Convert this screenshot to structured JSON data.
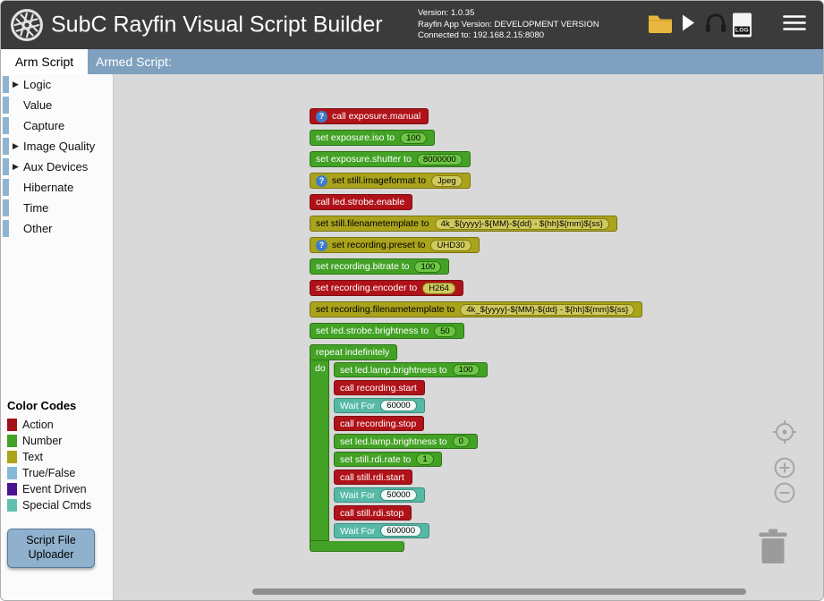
{
  "header": {
    "title": "SubC Rayfin Visual Script Builder",
    "version": "Version: 1.0.35",
    "app_version": "Rayfin App Version: DEVELOPMENT VERSION",
    "connected": "Connected to: 192.168.2.15:8080",
    "log_label": "LOG"
  },
  "tabs": {
    "arm_script": "Arm Script",
    "armed_script": "Armed Script:"
  },
  "sidebar": {
    "categories": [
      {
        "label": "Logic",
        "expandable": true
      },
      {
        "label": "Value",
        "expandable": false
      },
      {
        "label": "Capture",
        "expandable": false
      },
      {
        "label": "Image Quality",
        "expandable": true
      },
      {
        "label": "Aux Devices",
        "expandable": true
      },
      {
        "label": "Hibernate",
        "expandable": false
      },
      {
        "label": "Time",
        "expandable": false
      },
      {
        "label": "Other",
        "expandable": false
      }
    ],
    "color_codes_title": "Color Codes",
    "color_codes": [
      {
        "label": "Action",
        "color": "#a31117"
      },
      {
        "label": "Number",
        "color": "#43a226"
      },
      {
        "label": "Text",
        "color": "#aaa31c"
      },
      {
        "label": "True/False",
        "color": "#85b7d6"
      },
      {
        "label": "Event Driven",
        "color": "#4b1291"
      },
      {
        "label": "Special Cmds",
        "color": "#64bfae"
      }
    ],
    "uploader_line1": "Script File",
    "uploader_line2": "Uploader"
  },
  "colors": {
    "action": "#b01219",
    "number": "#43a226",
    "text": "#aaa31c",
    "special": "#55b9a5",
    "header_bg": "#3b3b3b",
    "tabbar_bg": "#7fa1bf",
    "canvas_bg": "#d9d9d9"
  },
  "icons": {
    "logo": "aperture-icon",
    "open_file": "folder-icon",
    "run": "play-icon",
    "listen": "headset-icon",
    "log": "log-icon",
    "menu": "hamburger-menu-icon",
    "zoom_reset": "crosshair-icon",
    "zoom_in": "plus-icon",
    "zoom_out": "minus-icon",
    "trash": "trash-icon"
  },
  "script": {
    "blocks": [
      {
        "kind": "action",
        "help": true,
        "label": "call exposure.manual"
      },
      {
        "kind": "number",
        "label": "set exposure.iso to",
        "value": "100",
        "badge": "number"
      },
      {
        "kind": "number",
        "label": "set exposure.shutter to",
        "value": "8000000",
        "badge": "number"
      },
      {
        "kind": "text",
        "help": true,
        "label": "set still.imageformat to",
        "value": "Jpeg",
        "badge": "text"
      },
      {
        "kind": "action",
        "label": "call led.strobe.enable"
      },
      {
        "kind": "text",
        "label": "set still.filenametemplate to",
        "value": "4k_${yyyy}-${MM}-${dd} - ${hh}${mm}${ss}",
        "badge": "text"
      },
      {
        "kind": "text",
        "help": true,
        "label": "set recording.preset to",
        "value": "UHD30",
        "badge": "text"
      },
      {
        "kind": "number",
        "label": "set recording.bitrate to",
        "value": "100",
        "badge": "number"
      },
      {
        "kind": "action",
        "label": "set recording.encoder to",
        "value": "H264",
        "badge": "text"
      },
      {
        "kind": "text",
        "label": "set recording.filenametemplate to",
        "value": "4k_${yyyy}-${MM}-${dd} - ${hh}${mm}${ss}",
        "badge": "text"
      },
      {
        "kind": "number",
        "label": "set led.strobe.brightness to",
        "value": "50",
        "badge": "number"
      }
    ],
    "loop": {
      "header": "repeat indefinitely",
      "do_label": "do",
      "children": [
        {
          "kind": "number",
          "label": "set led.lamp.brightness to",
          "value": "100",
          "badge": "number"
        },
        {
          "kind": "action",
          "label": "call recording.start"
        },
        {
          "kind": "special",
          "label": "Wait For",
          "value": "60000",
          "badge": "plain"
        },
        {
          "kind": "action",
          "label": "call recording.stop"
        },
        {
          "kind": "number",
          "label": "set led.lamp.brightness to",
          "value": "0",
          "badge": "number"
        },
        {
          "kind": "number",
          "label": "set still.rdi.rate to",
          "value": "1",
          "badge": "number"
        },
        {
          "kind": "action",
          "label": "call still.rdi.start"
        },
        {
          "kind": "special",
          "label": "Wait For",
          "value": "50000",
          "badge": "plain"
        },
        {
          "kind": "action",
          "label": "call still.rdi.stop"
        },
        {
          "kind": "special",
          "label": "Wait For",
          "value": "600000",
          "badge": "plain"
        }
      ]
    }
  }
}
